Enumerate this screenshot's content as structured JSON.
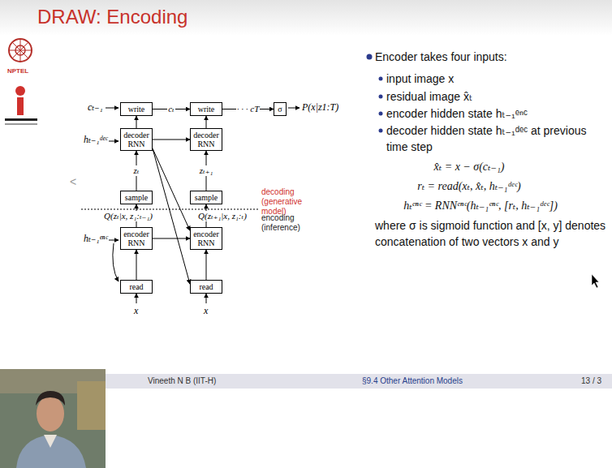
{
  "diagram": {
    "title": "DRAW: Encoding",
    "nodes": [
      {
        "text": [
          "write"
        ]
      },
      {
        "text": [
          "write"
        ]
      },
      {
        "text": [
          "σ"
        ]
      },
      {
        "text": [
          "decoder RNN"
        ]
      },
      {
        "text": [
          "decoder RNN"
        ]
      },
      {
        "text": [
          "sample"
        ]
      },
      {
        "text": [
          "sample"
        ]
      },
      {
        "text": [
          "encoder RNN"
        ]
      },
      {
        "text": [
          "encoder RNN"
        ]
      },
      {
        "text": [
          "read"
        ]
      },
      {
        "text": [
          "read"
        ]
      }
    ],
    "edges": [
      {
        "from": 0,
        "to": 1,
        "label": "cₜ",
        "arrow": "to"
      },
      {
        "from": 1,
        "to": 2,
        "label": "· · · cT",
        "arrow": "to"
      },
      {
        "from": 3,
        "to": 0,
        "arrow": "to"
      },
      {
        "from": 4,
        "to": 1,
        "arrow": "to"
      },
      {
        "from": 3,
        "to": 4,
        "arrow": "to"
      },
      {
        "from": 5,
        "to": 3,
        "label": "zₜ",
        "arrow": "to"
      },
      {
        "from": 6,
        "to": 4,
        "label": "zₜ₊₁",
        "arrow": "to"
      },
      {
        "from": 7,
        "to": 5,
        "label": "Q(zₜ|x, z₁:ₜ₋₁)",
        "arrow": "to"
      },
      {
        "from": 8,
        "to": 6,
        "label": "Q(zₜ₊₁|x, z₁:ₜ)",
        "arrow": "to"
      },
      {
        "from": 7,
        "to": 8,
        "arrow": "to"
      },
      {
        "from": 9,
        "to": 7,
        "arrow": "to"
      },
      {
        "from": 10,
        "to": 8,
        "arrow": "to"
      },
      {
        "from": 3,
        "to": 8,
        "arrow": "to"
      },
      {
        "from": 3,
        "to": 10,
        "arrow": "to"
      }
    ],
    "labels": [
      "NPTEL",
      "cₜ₋₁",
      "P(x|z1:T)",
      "hₜ₋₁ᵈᵉᶜ",
      "decoding (generative model)",
      "encoding (inference)",
      "hₜ₋₁ᵉⁿᶜ",
      "x",
      "x",
      "<",
      "Encoder takes four inputs:",
      "input image x",
      "residual image x̂ₜ",
      "encoder hidden state hₜ₋₁ᵉⁿᶜ",
      "decoder hidden state hₜ₋₁ᵈᵉᶜ at previous time step",
      "x̂ₜ = x − σ(cₜ₋₁)",
      "rₜ = read(xₜ, x̂ₜ, hₜ₋₁ᵈᵉᶜ)",
      "hₜᵉⁿᶜ = RNNᵉⁿᶜ(hₜ₋₁ᵉⁿᶜ, [rₜ, hₜ₋₁ᵈᵉᶜ])",
      "where σ is sigmoid function and [x, y] denotes concatenation of two vectors x and y",
      "Vineeth N B (IIT-H)",
      "§9.4 Other Attention Models",
      "13 / 3"
    ]
  }
}
